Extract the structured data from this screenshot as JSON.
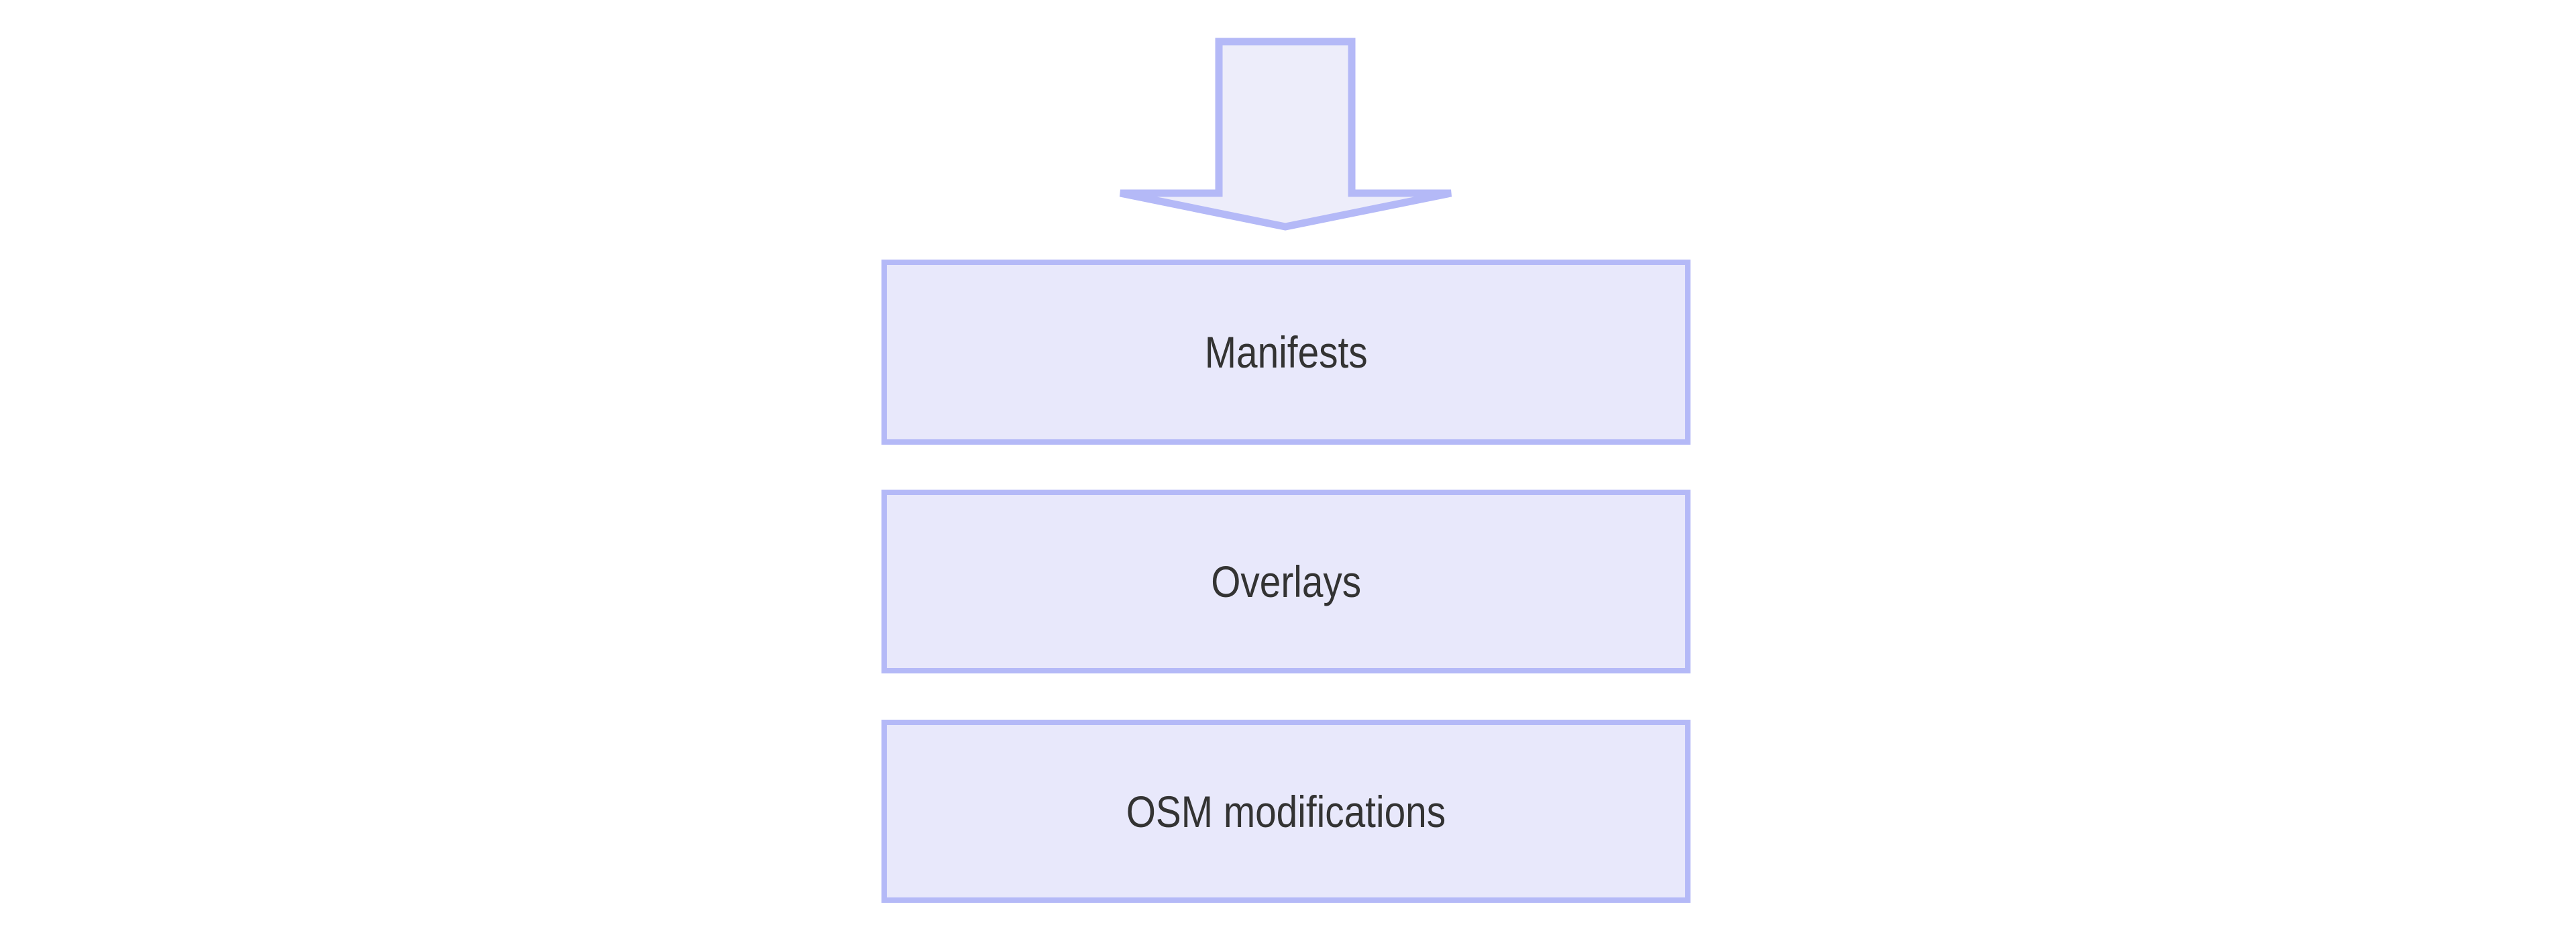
{
  "diagram": {
    "type": "flowchart",
    "orientation": "vertical",
    "background_color": "#FFFFFF",
    "node_fill_color": "#E8E8FB",
    "node_border_color": "#B4B9F7",
    "node_text_color": "#333333",
    "arrow": {
      "name": "down-arrow",
      "direction": "down",
      "fill_color": "#EDEDFA",
      "stroke_color": "#B4B9F7",
      "points_to": "Manifests"
    },
    "nodes": [
      {
        "id": "manifests",
        "label": "Manifests"
      },
      {
        "id": "overlays",
        "label": "Overlays"
      },
      {
        "id": "osm-modifications",
        "label": "OSM modifications"
      }
    ]
  }
}
